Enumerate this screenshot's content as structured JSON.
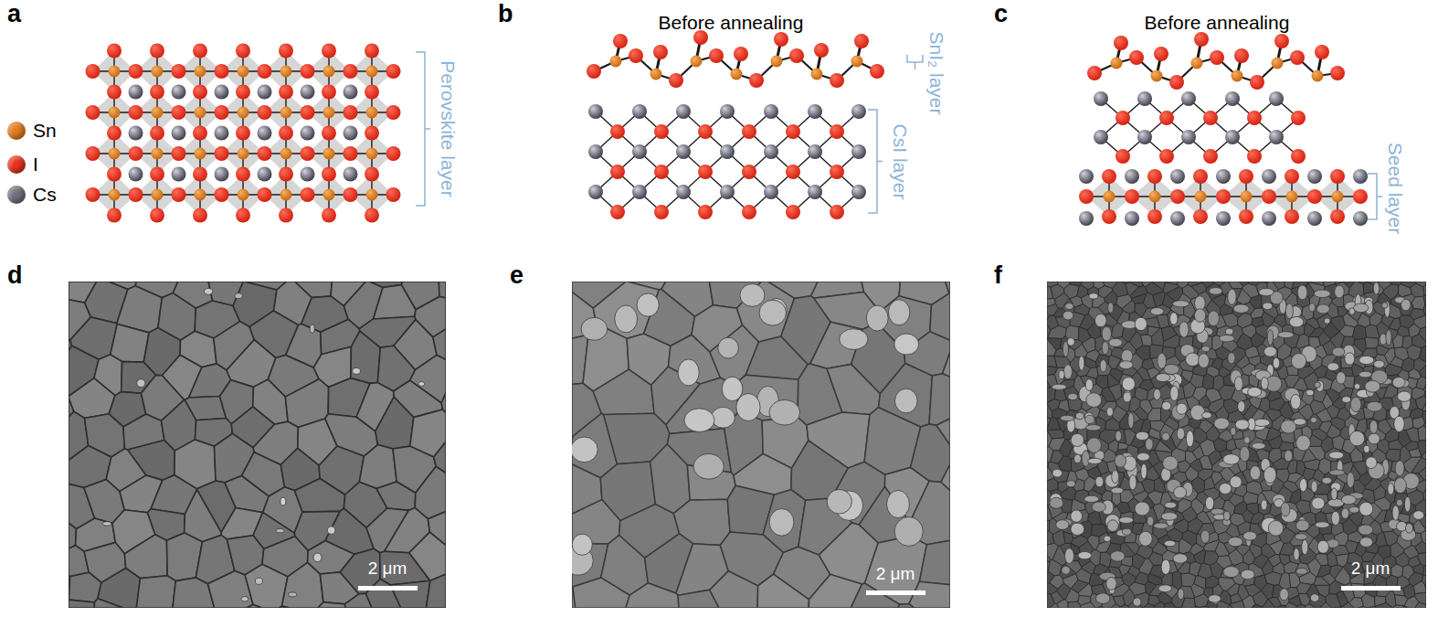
{
  "diagram": {
    "labels": [
      "a",
      "b",
      "c",
      "d",
      "e",
      "f",
      "Perovskite layer",
      "Before annealing",
      "SnI₂ layer",
      "CsI layer",
      "Before annealing",
      "Seed layer",
      "2 μm",
      "2 μm",
      "2 μm"
    ],
    "legend": [
      {
        "text": "Sn",
        "color": "#e07b1a"
      },
      {
        "text": "I",
        "color": "#e8321e"
      },
      {
        "text": "Cs",
        "color": "#6f6f7d"
      }
    ]
  }
}
